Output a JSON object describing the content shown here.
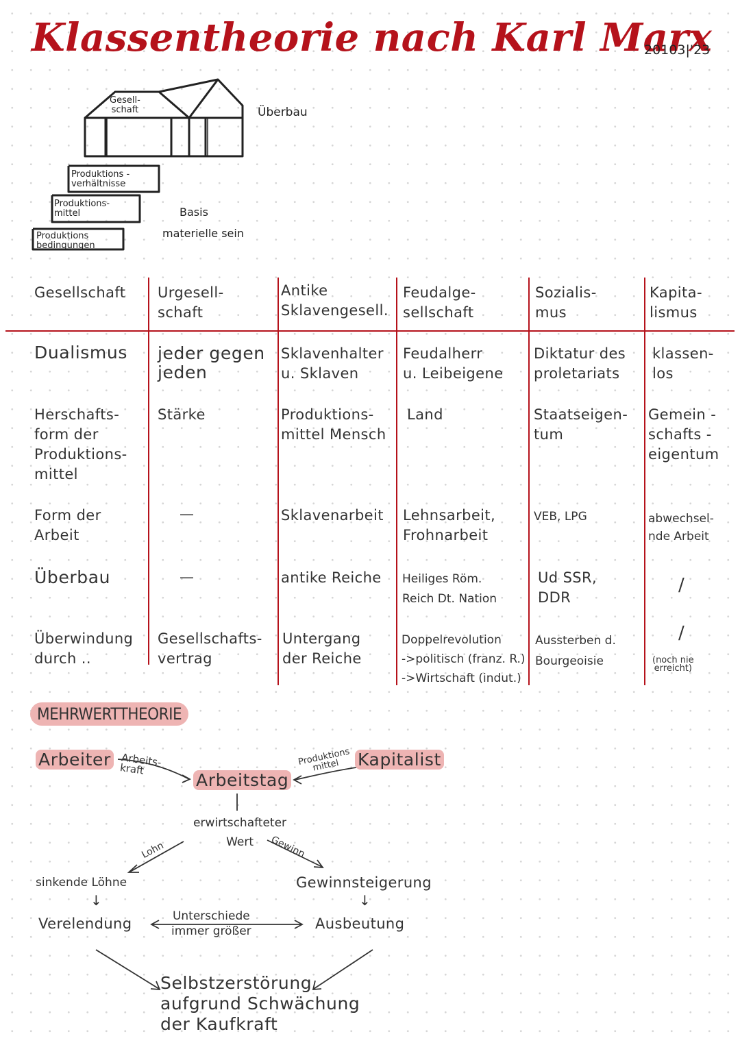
{
  "title": "Klassentheorie nach Karl Marx",
  "date": "20103|'23",
  "diagram": {
    "gesellschaft": "Gesell-\nschaft",
    "ueberbau": "Überbau",
    "produktionsverhaeltnisse": "Produktions -\nverhältnisse",
    "produktionsmittel": "Produktions-\nmittel",
    "produktionsbedingungen": "Produktions\nbedingungen",
    "basis": "Basis",
    "materielle_sein": "materielle sein"
  },
  "table": {
    "header_label": "Gesellschaft",
    "columns": [
      "Urgesell-\nschaft",
      "Antike\nSklavengesell.",
      "Feudalge-\nsellschaft",
      "Sozialis-\nmus",
      "Kapita-\nlismus"
    ],
    "rows": [
      {
        "label": "Dualismus",
        "cells": [
          "jeder gegen\njeden",
          "Sklavenhalter\nu. Sklaven",
          "Feudalherr\nu. Leibeigene",
          "Diktatur des\nproletariats",
          "klassen-\nlos"
        ]
      },
      {
        "label": "Herschafts-\nform der\nProduktions-\nmittel",
        "cells": [
          "Stärke",
          "Produktions-\nmittel Mensch",
          "Land",
          "Staatseigen-\ntum",
          "Gemein -\nschafts -\neigentum"
        ]
      },
      {
        "label": "Form der\nArbeit",
        "cells": [
          "—",
          "Sklavenarbeit",
          "Lehnsarbeit,\nFrohnarbeit",
          "VEB, LPG",
          "abwechsel-\nnde Arbeit"
        ]
      },
      {
        "label": "Überbau",
        "cells": [
          "—",
          "antike Reiche",
          "Heiliges Röm.\nReich Dt. Nation",
          "Ud SSR,\nDDR",
          "/"
        ]
      },
      {
        "label": "Überwindung\ndurch ..",
        "cells": [
          "Gesellschafts-\nvertrag",
          "Untergang\nder Reiche",
          "Doppelrevolution\n->politisch (franz. R.)\n->Wirtschaft (indut.)",
          "Aussterben d.\nBourgeoisie",
          "/"
        ]
      }
    ],
    "kapitalismus_note": "(noch nie\nerreicht)"
  },
  "mehrwert": {
    "heading": "MEHRWERTTHEORIE",
    "arbeiter": "Arbeiter",
    "arbeitskraft": "Arbeits-\nkraft",
    "arbeitstag": "Arbeitstag",
    "produktionsmittel": "Produktions\nmittel",
    "kapitalist": "Kapitalist",
    "erwirtschafteter_wert": "erwirtschafteter\nWert",
    "lohn": "Lohn",
    "gewinn": "Gewinn",
    "sinkende_loehne": "sinkende Löhne",
    "gewinnsteigerung": "Gewinnsteigerung",
    "verelendung": "Verelendung",
    "unterschiede": "Unterschiede\nimmer größer",
    "ausbeutung": "Ausbeutung",
    "selbstzerstoerung": "Selbstzerstörung\naufgrund Schwächung\nder Kaufkraft",
    "down_arrow": "↓"
  },
  "colors": {
    "title_red": "#b5121b",
    "highlight_pink": "#eeb4b3"
  }
}
